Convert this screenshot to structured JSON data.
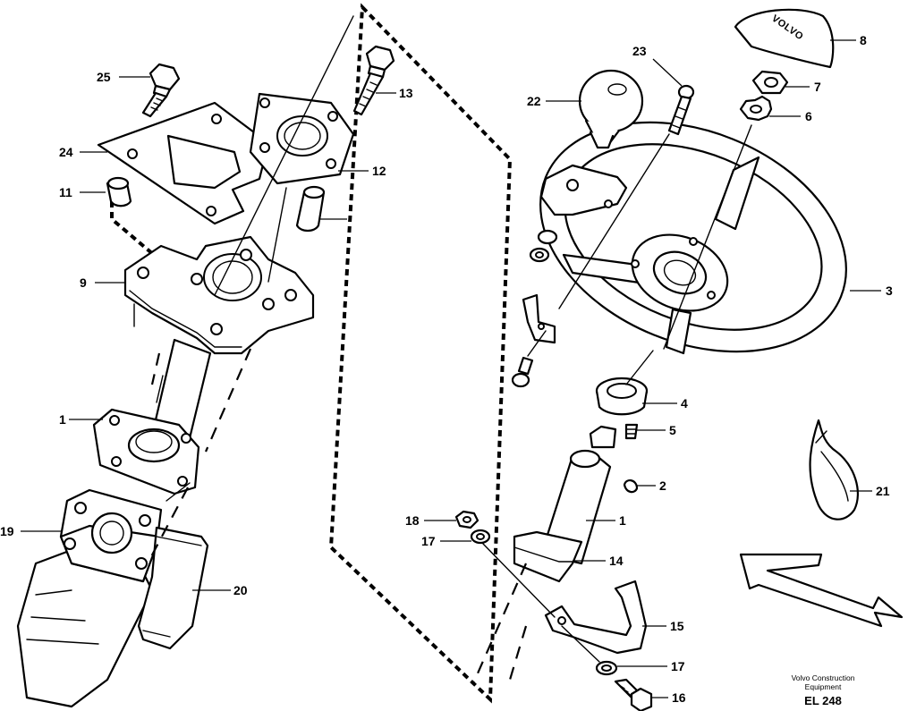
{
  "diagram": {
    "part_labels": {
      "p1a": "1",
      "p1b": "1",
      "p2": "2",
      "p3": "3",
      "p4": "4",
      "p5": "5",
      "p6": "6",
      "p7": "7",
      "p8": "8",
      "p9": "9",
      "p11": "11",
      "p12": "12",
      "p13": "13",
      "p14": "14",
      "p15": "15",
      "p16": "16",
      "p17a": "17",
      "p17b": "17",
      "p18": "18",
      "p19": "19",
      "p20": "20",
      "p21": "21",
      "p22": "22",
      "p23": "23",
      "p24": "24",
      "p25": "25"
    },
    "cap_logo": "VOLVO",
    "footer": {
      "company_line1": "Volvo Construction",
      "company_line2": "Equipment",
      "code": "EL 248"
    }
  }
}
